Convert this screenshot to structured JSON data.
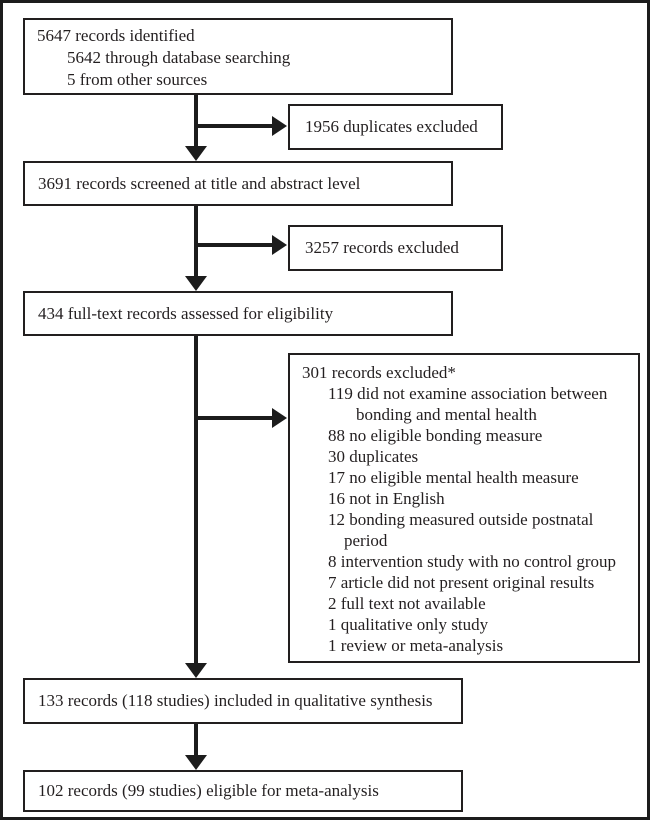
{
  "diagram": {
    "colors": {
      "line": "#1c1c1c",
      "border": "#221f1f",
      "text": "#231f20",
      "background": "#ffffff"
    },
    "identified": {
      "total": "5647 records identified",
      "database": "5642 through database searching",
      "other": "5 from other sources"
    },
    "duplicates_excluded": {
      "text": "1956 duplicates excluded"
    },
    "screened": {
      "text": "3691 records screened at title and abstract level"
    },
    "screened_excluded": {
      "text": "3257 records excluded"
    },
    "fulltext": {
      "text": "434 full-text records assessed for eligibility"
    },
    "fulltext_excluded": {
      "title": "301 records excluded*",
      "reasons": [
        {
          "text": "119 did not examine association between"
        },
        {
          "text": "bonding and mental health"
        },
        {
          "text": "88 no eligible bonding measure"
        },
        {
          "text": "30 duplicates"
        },
        {
          "text": "17 no eligible mental health measure"
        },
        {
          "text": "16 not in English"
        },
        {
          "text": "12 bonding measured outside postnatal"
        },
        {
          "text": "period"
        },
        {
          "text": "8 intervention study with no control group"
        },
        {
          "text": "7 article did not present original results"
        },
        {
          "text": "2 full text not available"
        },
        {
          "text": "1 qualitative only study"
        },
        {
          "text": "1 review or meta-analysis"
        }
      ]
    },
    "qualitative": {
      "text": "133 records (118 studies) included in qualitative synthesis"
    },
    "meta_analysis": {
      "text": "102 records (99 studies) eligible for meta-analysis"
    }
  }
}
